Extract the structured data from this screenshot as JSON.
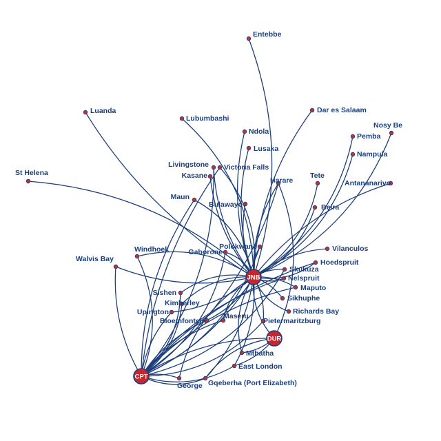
{
  "map": {
    "colors": {
      "route": "#1d3f7a",
      "node": "#b8323a",
      "label": "#1b3f7e",
      "hub_fill": "#c8262e",
      "hub_text": "#ffffff"
    },
    "hubs": [
      {
        "id": "jnb",
        "code": "JNB"
      },
      {
        "id": "cpt",
        "code": "CPT"
      },
      {
        "id": "dur",
        "code": "DUR"
      }
    ],
    "destinations": [
      {
        "id": "entebbe",
        "name": "Entebbe"
      },
      {
        "id": "luanda",
        "name": "Luanda"
      },
      {
        "id": "lubumbashi",
        "name": "Lubumbashi"
      },
      {
        "id": "dar-es-salaam",
        "name": "Dar es Salaam"
      },
      {
        "id": "nosy-be",
        "name": "Nosy Be"
      },
      {
        "id": "ndola",
        "name": "Ndola"
      },
      {
        "id": "pemba",
        "name": "Pemba"
      },
      {
        "id": "lusaka",
        "name": "Lusaka"
      },
      {
        "id": "nampula",
        "name": "Nampula"
      },
      {
        "id": "livingstone",
        "name": "Livingstone"
      },
      {
        "id": "victoria-falls",
        "name": "Victoria Falls"
      },
      {
        "id": "kasane",
        "name": "Kasane"
      },
      {
        "id": "st-helena",
        "name": "St Helena"
      },
      {
        "id": "harare",
        "name": "Harare"
      },
      {
        "id": "tete",
        "name": "Tete"
      },
      {
        "id": "antananarivo",
        "name": "Antananarivo"
      },
      {
        "id": "maun",
        "name": "Maun"
      },
      {
        "id": "bulawayo",
        "name": "Bulawayo"
      },
      {
        "id": "beira",
        "name": "Beira"
      },
      {
        "id": "polokwane",
        "name": "Polokwane"
      },
      {
        "id": "gaborone",
        "name": "Gaborone"
      },
      {
        "id": "vilanculos",
        "name": "Vilanculos"
      },
      {
        "id": "windhoek",
        "name": "Windhoek"
      },
      {
        "id": "walvis-bay",
        "name": "Walvis Bay"
      },
      {
        "id": "hoedspruit",
        "name": "Hoedspruit"
      },
      {
        "id": "skukuza",
        "name": "Skukuza"
      },
      {
        "id": "nelspruit",
        "name": "Nelspruit"
      },
      {
        "id": "maputo",
        "name": "Maputo"
      },
      {
        "id": "sishen",
        "name": "Sishen"
      },
      {
        "id": "sikhuphe",
        "name": "Sikhuphe"
      },
      {
        "id": "kimberley",
        "name": "Kimberley"
      },
      {
        "id": "upington",
        "name": "Upington"
      },
      {
        "id": "richards-bay",
        "name": "Richards Bay"
      },
      {
        "id": "bloemfontein",
        "name": "Bloemfontein"
      },
      {
        "id": "maseru",
        "name": "Maseru"
      },
      {
        "id": "pietermaritzburg",
        "name": "Pietermaritzburg"
      },
      {
        "id": "mthatha",
        "name": "Mthatha"
      },
      {
        "id": "east-london",
        "name": "East London"
      },
      {
        "id": "george",
        "name": "George"
      },
      {
        "id": "gqeberha",
        "name": "Gqeberha (Port Elizabeth)"
      }
    ],
    "routes": [
      [
        "jnb",
        "entebbe"
      ],
      [
        "jnb",
        "luanda"
      ],
      [
        "jnb",
        "lubumbashi"
      ],
      [
        "jnb",
        "dar-es-salaam"
      ],
      [
        "jnb",
        "nosy-be"
      ],
      [
        "jnb",
        "ndola"
      ],
      [
        "jnb",
        "pemba"
      ],
      [
        "jnb",
        "lusaka"
      ],
      [
        "jnb",
        "nampula"
      ],
      [
        "jnb",
        "livingstone"
      ],
      [
        "jnb",
        "victoria-falls"
      ],
      [
        "jnb",
        "kasane"
      ],
      [
        "jnb",
        "st-helena"
      ],
      [
        "jnb",
        "harare"
      ],
      [
        "jnb",
        "tete"
      ],
      [
        "jnb",
        "antananarivo"
      ],
      [
        "jnb",
        "maun"
      ],
      [
        "jnb",
        "bulawayo"
      ],
      [
        "jnb",
        "beira"
      ],
      [
        "jnb",
        "polokwane"
      ],
      [
        "jnb",
        "gaborone"
      ],
      [
        "jnb",
        "vilanculos"
      ],
      [
        "jnb",
        "windhoek"
      ],
      [
        "jnb",
        "walvis-bay"
      ],
      [
        "jnb",
        "hoedspruit"
      ],
      [
        "jnb",
        "skukuza"
      ],
      [
        "jnb",
        "nelspruit"
      ],
      [
        "jnb",
        "maputo"
      ],
      [
        "jnb",
        "sishen"
      ],
      [
        "jnb",
        "sikhuphe"
      ],
      [
        "jnb",
        "kimberley"
      ],
      [
        "jnb",
        "upington"
      ],
      [
        "jnb",
        "richards-bay"
      ],
      [
        "jnb",
        "bloemfontein"
      ],
      [
        "jnb",
        "maseru"
      ],
      [
        "jnb",
        "pietermaritzburg"
      ],
      [
        "jnb",
        "mthatha"
      ],
      [
        "jnb",
        "east-london"
      ],
      [
        "jnb",
        "george"
      ],
      [
        "jnb",
        "gqeberha"
      ],
      [
        "jnb",
        "dur"
      ],
      [
        "jnb",
        "cpt"
      ],
      [
        "cpt",
        "windhoek"
      ],
      [
        "cpt",
        "walvis-bay"
      ],
      [
        "cpt",
        "livingstone"
      ],
      [
        "cpt",
        "victoria-falls"
      ],
      [
        "cpt",
        "harare"
      ],
      [
        "cpt",
        "maun"
      ],
      [
        "cpt",
        "gaborone"
      ],
      [
        "cpt",
        "upington"
      ],
      [
        "cpt",
        "kimberley"
      ],
      [
        "cpt",
        "bloemfontein"
      ],
      [
        "cpt",
        "polokwane"
      ],
      [
        "cpt",
        "nelspruit"
      ],
      [
        "cpt",
        "skukuza"
      ],
      [
        "cpt",
        "hoedspruit"
      ],
      [
        "cpt",
        "sishen"
      ],
      [
        "cpt",
        "maputo"
      ],
      [
        "cpt",
        "east-london"
      ],
      [
        "cpt",
        "george"
      ],
      [
        "cpt",
        "gqeberha"
      ],
      [
        "cpt",
        "dur"
      ],
      [
        "cpt",
        "pietermaritzburg"
      ],
      [
        "cpt",
        "maseru"
      ],
      [
        "dur",
        "harare"
      ],
      [
        "dur",
        "east-london"
      ],
      [
        "dur",
        "gqeberha"
      ],
      [
        "dur",
        "mthatha"
      ]
    ]
  }
}
